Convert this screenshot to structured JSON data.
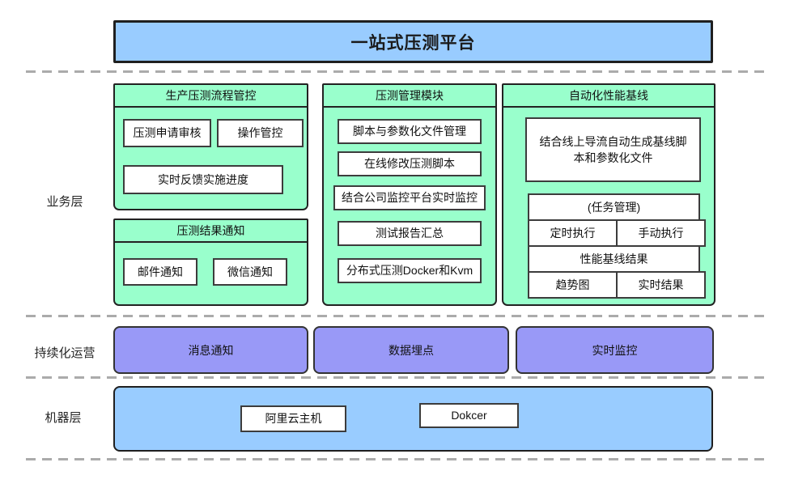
{
  "banner": {
    "title": "一站式压测平台"
  },
  "layers": {
    "business_label": "业务层",
    "operations_label": "持续化运营",
    "machine_label": "机器层"
  },
  "business": {
    "production_control": {
      "title": "生产压测流程管控",
      "items": [
        "压测申请审核",
        "操作管控",
        "实时反馈实施进度"
      ]
    },
    "result_notification": {
      "title": "压测结果通知",
      "items": [
        "邮件通知",
        "微信通知"
      ]
    },
    "test_management": {
      "title": "压测管理模块",
      "items": [
        "脚本与参数化文件管理",
        "在线修改压测脚本",
        "结合公司监控平台实时监控",
        "测试报告汇总",
        "分布式压测Docker和Kvm"
      ]
    },
    "auto_baseline": {
      "title": "自动化性能基线",
      "feature": "结合线上导流自动生成基线脚本和参数化文件",
      "grid": [
        "(任务管理)",
        "定时执行",
        "手动执行",
        "性能基线结果",
        "趋势图",
        "实时结果"
      ]
    }
  },
  "operations": {
    "items": [
      "消息通知",
      "数据埋点",
      "实时监控"
    ]
  },
  "machine": {
    "items": [
      "阿里云主机",
      "Dokcer"
    ]
  },
  "colors": {
    "blue": "#99CCFF",
    "green": "#99FFCC",
    "purple": "#9999F7"
  }
}
